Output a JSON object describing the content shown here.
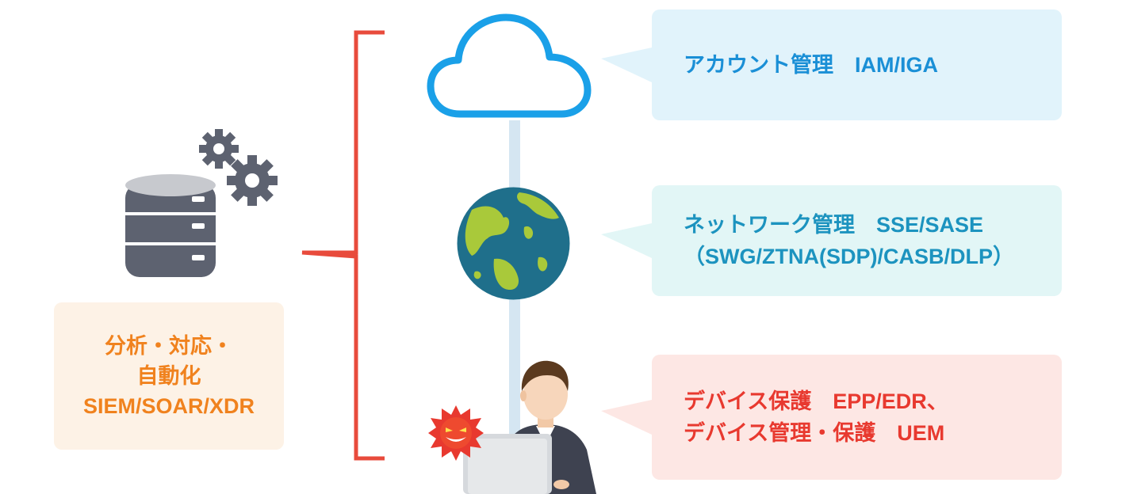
{
  "callouts": {
    "account": {
      "line1": "アカウント管理　IAM/IGA"
    },
    "network": {
      "line1": "ネットワーク管理　SSE/SASE",
      "line2": "（SWG/ZTNA(SDP)/CASB/DLP）"
    },
    "device": {
      "line1": "デバイス保護　EPP/EDR、",
      "line2": "デバイス管理・保護　UEM"
    }
  },
  "analysis": {
    "line1": "分析・対応・",
    "line2": "自動化",
    "line3": "SIEM/SOAR/XDR"
  },
  "colors": {
    "bracket": "#e84b3c",
    "cloud": "#1aa0e8",
    "connector": "#d5e6f2",
    "account_text": "#1a8fd6",
    "network_text": "#1c93bf",
    "device_text": "#e8392f",
    "analysis_text": "#f0821e"
  },
  "icons": [
    "cloud-icon",
    "globe-icon",
    "database-icon",
    "gears-icon",
    "user-with-laptop-icon",
    "virus-icon"
  ]
}
